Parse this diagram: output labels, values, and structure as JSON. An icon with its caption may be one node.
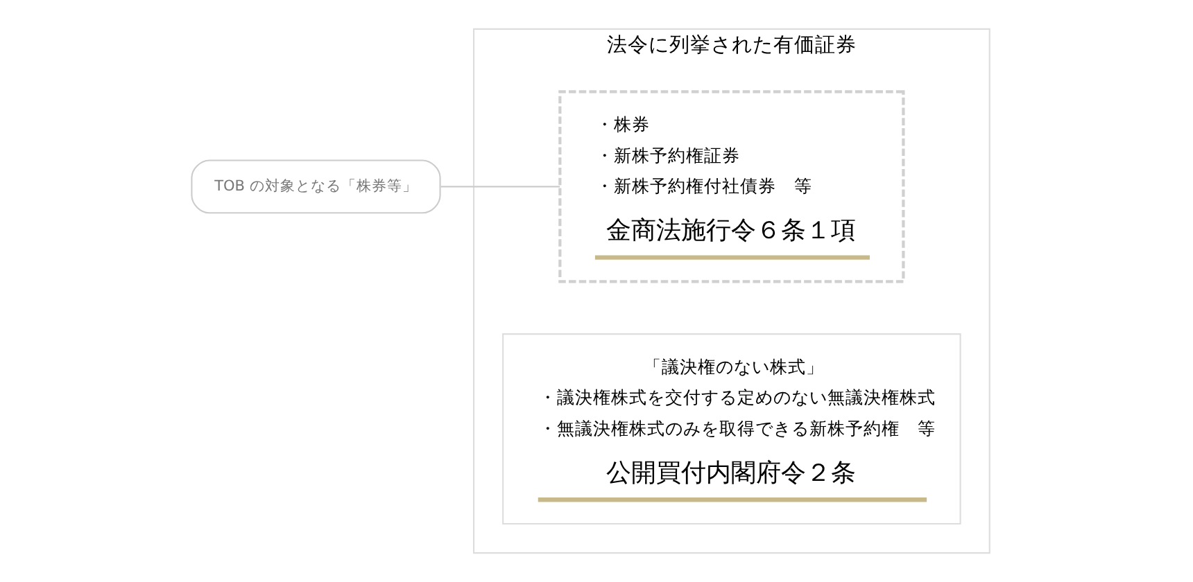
{
  "diagram": {
    "nodes": [
      {
        "text": [
          "法令に列挙された有価証券"
        ]
      },
      {
        "text": [
          "・株券",
          "・新株予約権証券",
          "・新株予約権付社債券　等",
          "金商法施行令６条１項"
        ],
        "in": 0
      },
      {
        "text": [
          "「議決権のない株式」",
          "・議決権株式を交付する定めのない無議決権株式",
          "・無議決権株式のみを取得できる新株予約権　等",
          "公開買付内閣府令２条"
        ],
        "in": 0
      },
      {
        "text": [
          "TOB の対象となる「株券等」"
        ]
      }
    ],
    "edges": [
      {
        "from": 3,
        "to": 1,
        "arrow": "none"
      }
    ]
  }
}
